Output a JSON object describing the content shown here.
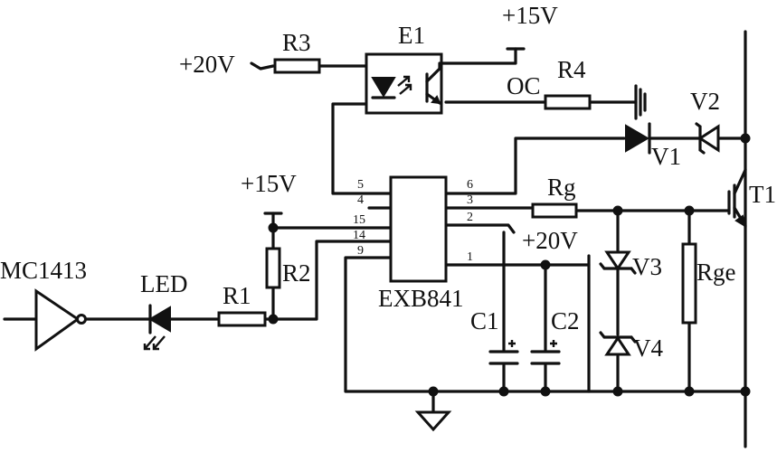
{
  "labels": {
    "supply_top": "+15V",
    "r3": "R3",
    "e1": "E1",
    "supply_20v_left": "+20V",
    "r4": "R4",
    "oc": "OC",
    "v2": "V2",
    "v1": "V1",
    "supply_15v_left": "+15V",
    "rg": "Rg",
    "t1": "T1",
    "supply_20v_right": "+20V",
    "mc1413": "MC1413",
    "led": "LED",
    "r1": "R1",
    "r2": "R2",
    "exb841": "EXB841",
    "v3": "V3",
    "rge": "Rge",
    "c1": "C1",
    "c2": "C2",
    "v4": "V4"
  },
  "pins_left": [
    "5",
    "4",
    "15",
    "14",
    "9"
  ],
  "pins_right": [
    "6",
    "3",
    "2",
    "1"
  ]
}
